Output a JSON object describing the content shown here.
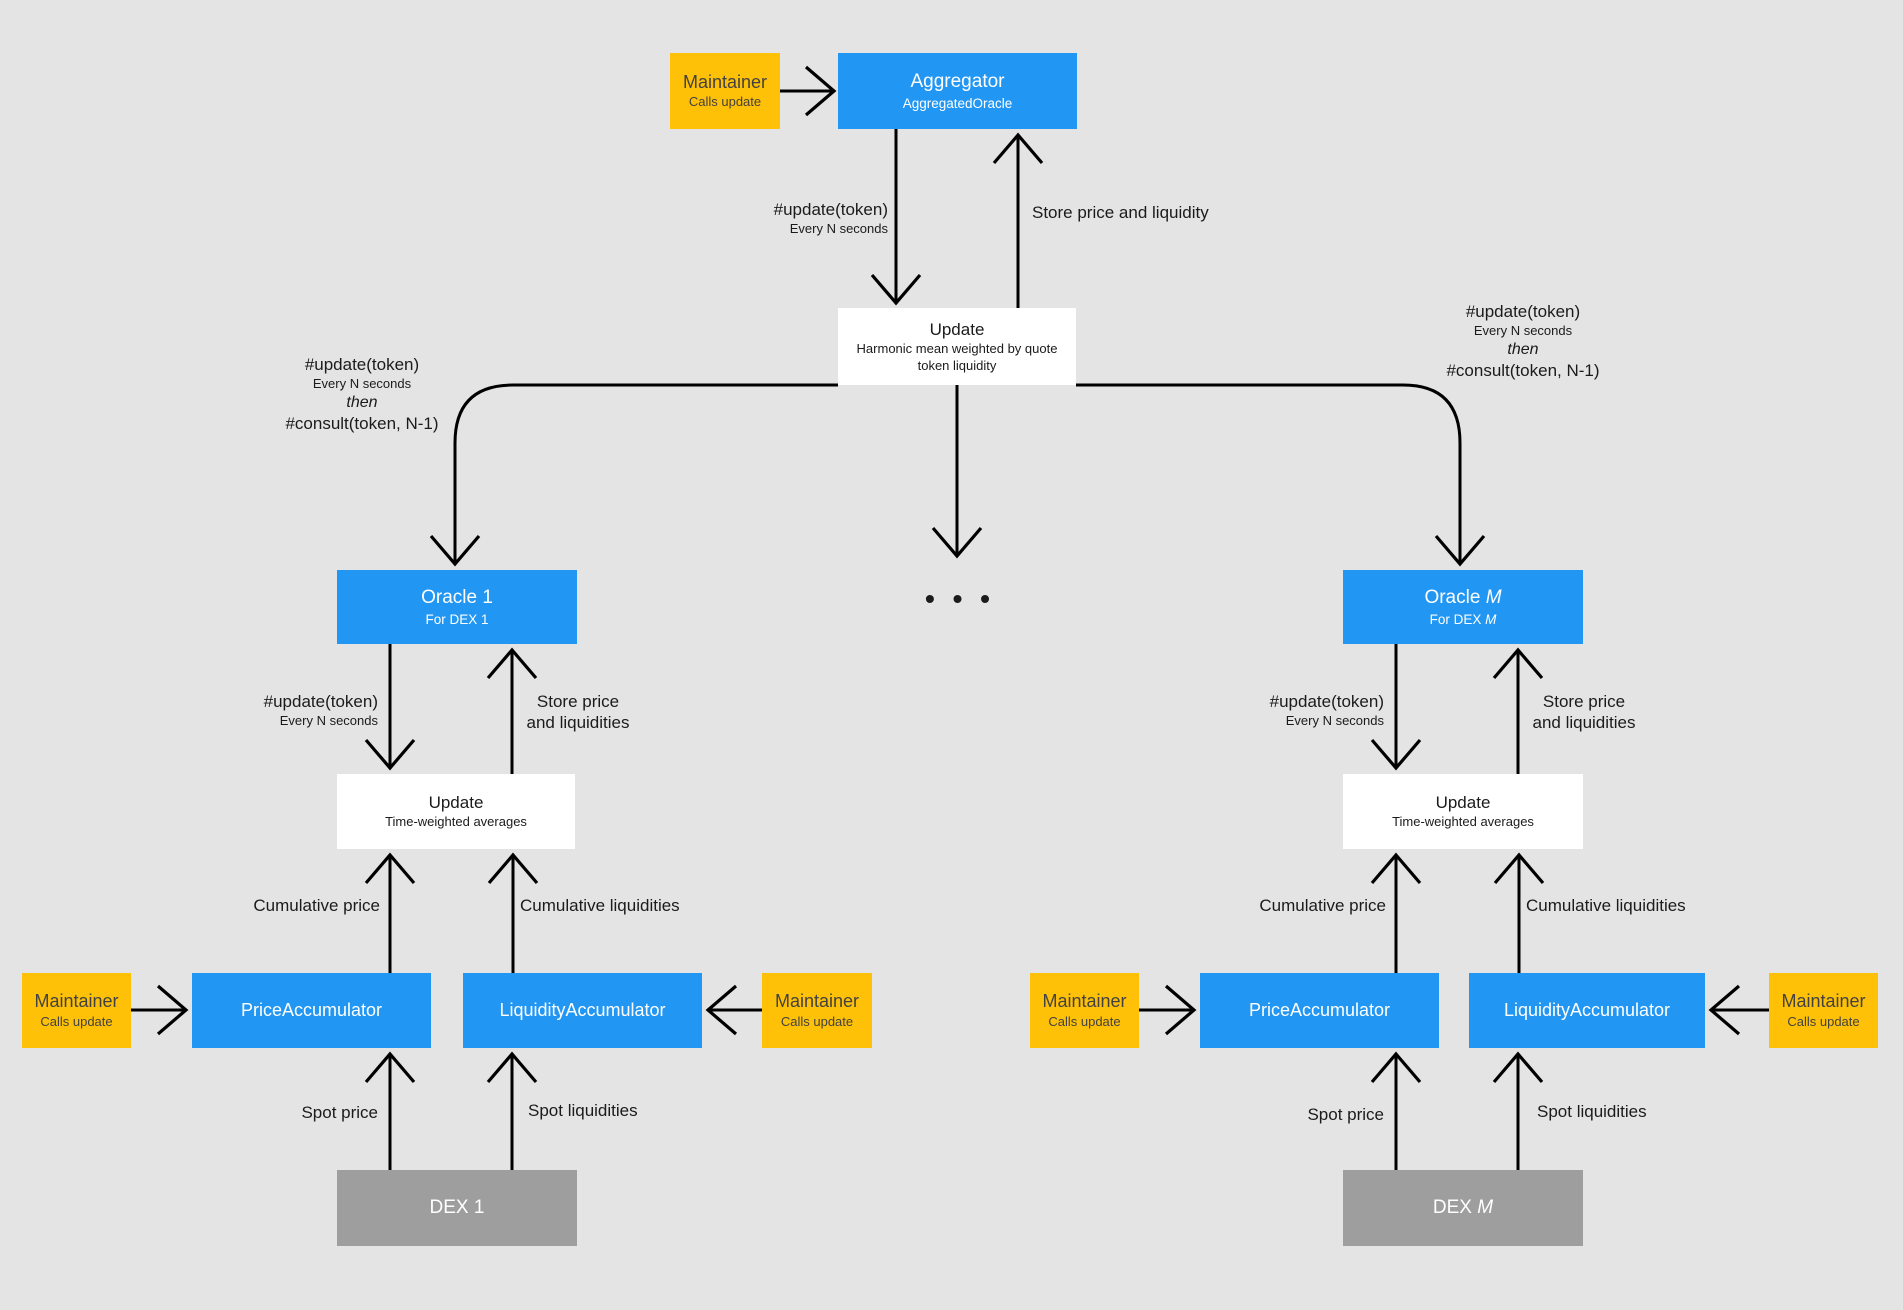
{
  "colors": {
    "accent_blue": "#2196F3",
    "accent_yellow": "#FFC107",
    "dex_gray": "#9E9E9E",
    "background": "#E4E4E4",
    "line_black": "#000000"
  },
  "top": {
    "maintainer": {
      "title": "Maintainer",
      "subtitle": "Calls update"
    },
    "aggregator": {
      "title": "Aggregator",
      "subtitle": "AggregatedOracle"
    },
    "edge_update": {
      "label": "#update(token)",
      "sublabel": "Every N seconds"
    },
    "edge_store": {
      "label": "Store price and liquidity"
    },
    "update_box": {
      "title": "Update",
      "subtitle": "Harmonic mean weighted by quote token liquidity"
    }
  },
  "branch": {
    "left": {
      "line1": "#update(token)",
      "line2": "Every N seconds",
      "line3": "then",
      "line4": "#consult(token, N-1)"
    },
    "right": {
      "line1": "#update(token)",
      "line2": "Every N seconds",
      "line3": "then",
      "line4": "#consult(token, N-1)"
    },
    "ellipsis": "• • •"
  },
  "left": {
    "oracle": {
      "title": "Oracle 1",
      "subtitle": "For DEX 1"
    },
    "edge_update": {
      "label": "#update(token)",
      "sublabel": "Every N seconds"
    },
    "edge_store": {
      "line1": "Store price",
      "line2": "and liquidities"
    },
    "update_box": {
      "title": "Update",
      "subtitle": "Time-weighted averages"
    },
    "edge_cumulative_price": {
      "label": "Cumulative price"
    },
    "edge_cumulative_liquidities": {
      "label": "Cumulative liquidities"
    },
    "maintainer_price": {
      "title": "Maintainer",
      "subtitle": "Calls update"
    },
    "price_accumulator": {
      "title": "PriceAccumulator"
    },
    "liquidity_accumulator": {
      "title": "LiquidityAccumulator"
    },
    "maintainer_liquidity": {
      "title": "Maintainer",
      "subtitle": "Calls update"
    },
    "edge_spot_price": {
      "label": "Spot price"
    },
    "edge_spot_liquidities": {
      "label": "Spot liquidities"
    },
    "dex": {
      "title": "DEX 1"
    }
  },
  "right": {
    "oracle": {
      "title_prefix": "Oracle ",
      "title_var": "M",
      "subtitle_prefix": "For DEX ",
      "subtitle_var": "M"
    },
    "edge_update": {
      "label": "#update(token)",
      "sublabel": "Every N seconds"
    },
    "edge_store": {
      "line1": "Store price",
      "line2": "and liquidities"
    },
    "update_box": {
      "title": "Update",
      "subtitle": "Time-weighted averages"
    },
    "edge_cumulative_price": {
      "label": "Cumulative price"
    },
    "edge_cumulative_liquidities": {
      "label": "Cumulative liquidities"
    },
    "maintainer_price": {
      "title": "Maintainer",
      "subtitle": "Calls update"
    },
    "price_accumulator": {
      "title": "PriceAccumulator"
    },
    "liquidity_accumulator": {
      "title": "LiquidityAccumulator"
    },
    "maintainer_liquidity": {
      "title": "Maintainer",
      "subtitle": "Calls update"
    },
    "edge_spot_price": {
      "label": "Spot price"
    },
    "edge_spot_liquidities": {
      "label": "Spot liquidities"
    },
    "dex": {
      "title_prefix": "DEX ",
      "title_var": "M"
    }
  }
}
